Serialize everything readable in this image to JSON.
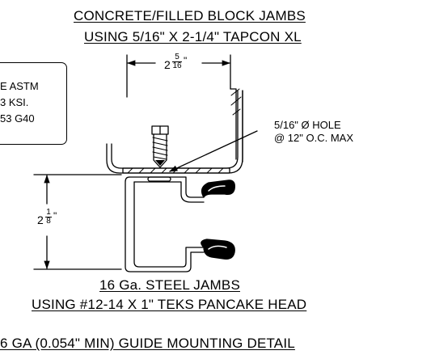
{
  "top_title": {
    "line1": "CONCRETE/FILLED BLOCK JAMBS",
    "line2": "USING 5/16\" X 2-1/4\" TAPCON XL"
  },
  "material_note": {
    "line1": "E ASTM",
    "line2": "3 KSI.",
    "line3": "53 G40"
  },
  "dim_top": {
    "whole": "2",
    "num": "5",
    "den": "16",
    "unit": "\""
  },
  "dim_left": {
    "whole": "2",
    "num": "1",
    "den": "8",
    "unit": "\""
  },
  "hole_note": {
    "line1": "5/16\" Ø  HOLE",
    "line2": "@ 12\" O.C. MAX"
  },
  "bottom_title": {
    "line1": "16 Ga. STEEL JAMBS",
    "line2": "USING #12-14 X 1\" TEKS PANCAKE HEAD"
  },
  "detail_title": "6 GA (0.054\" MIN) GUIDE MOUNTING DETAIL"
}
